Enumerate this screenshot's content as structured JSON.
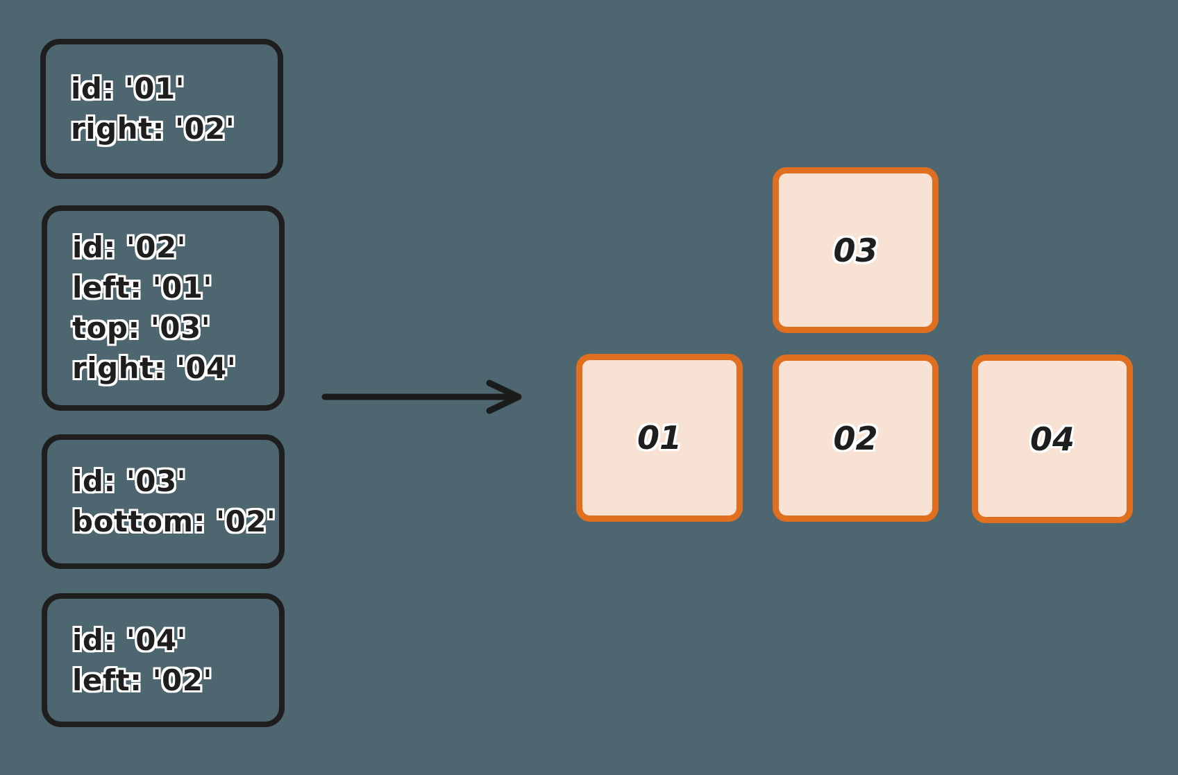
{
  "colors": {
    "background": "#4e6670",
    "card_border": "#1e1e1e",
    "text": "#1e1e1e",
    "text_halo": "#ffffff",
    "tile_border": "#e0701f",
    "tile_fill": "#f8e2d4",
    "arrow": "#1b1b1b"
  },
  "definition_cards": [
    {
      "lines": [
        "id: '01'",
        "right: '02'"
      ]
    },
    {
      "lines": [
        "id: '02'",
        "left: '01'",
        "top: '03'",
        "right: '04'"
      ]
    },
    {
      "lines": [
        "id: '03'",
        "bottom: '02'"
      ]
    },
    {
      "lines": [
        "id: '04'",
        "left: '02'"
      ]
    }
  ],
  "arrow": {
    "direction": "right"
  },
  "layout_tiles": [
    {
      "label": "03"
    },
    {
      "label": "01"
    },
    {
      "label": "02"
    },
    {
      "label": "04"
    }
  ]
}
